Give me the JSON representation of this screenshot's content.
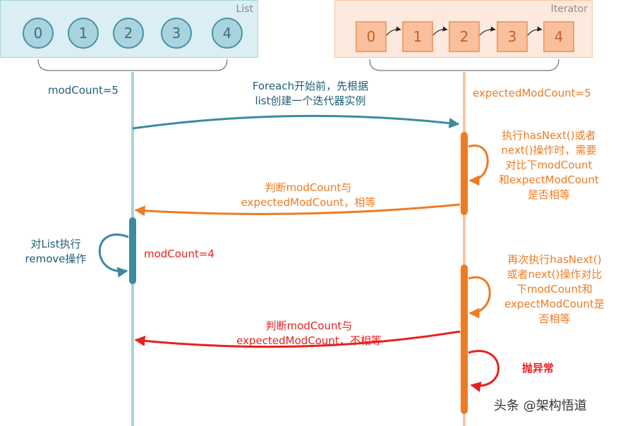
{
  "list_panel": {
    "title": "List",
    "items": [
      "0",
      "1",
      "2",
      "3",
      "4"
    ]
  },
  "iterator_panel": {
    "title": "Iterator",
    "items": [
      "0",
      "1",
      "2",
      "3",
      "4"
    ]
  },
  "labels": {
    "mod_count_initial": "modCount=5",
    "expected_mod_count": "expectedModCount=5",
    "mod_count_after": "modCount=4",
    "foreach_line1": "Foreach开始前，先根据",
    "foreach_line2": "list创建一个迭代器实例",
    "check1_line1": "执行hasNext()或者",
    "check1_line2": "next()操作时，需要",
    "check1_line3": "对比下modCount",
    "check1_line4": "和expectModCount",
    "check1_line5": "是否相等",
    "compare_equal_line1": "判断modCount与",
    "compare_equal_line2": "expectedModCount，相等",
    "remove_line1": "对List执行",
    "remove_line2": "remove操作",
    "check2_line1": "再次执行hasNext()",
    "check2_line2": "或者next()操作对比",
    "check2_line3": "下modCount和",
    "check2_line4": "expectModCount是",
    "check2_line5": "否相等",
    "compare_unequal_line1": "判断modCount与",
    "compare_unequal_line2": "expectedModCount，不相等",
    "throw_exception": "抛异常",
    "watermark": "头条 @架构悟道"
  },
  "colors": {
    "teal": "#3c8ba0",
    "orange": "#ee7b22",
    "red": "#e8201f",
    "light_teal": "#a8d3df",
    "light_orange": "#f9c5a3"
  }
}
